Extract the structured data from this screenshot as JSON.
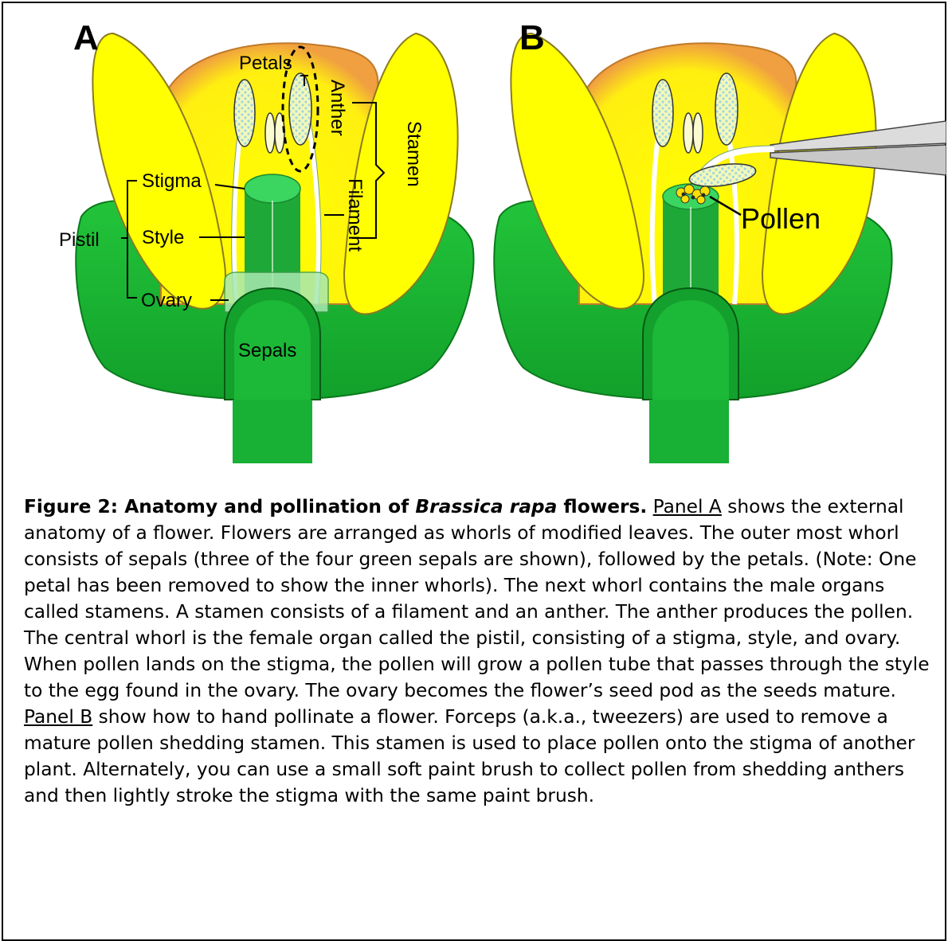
{
  "figure": {
    "panel_a_letter": "A",
    "panel_b_letter": "B",
    "labels_a": {
      "petals": "Petals",
      "anther": "Anther",
      "stamen": "Stamen",
      "filament": "Filament",
      "stigma": "Stigma",
      "style": "Style",
      "pistil": "Pistil",
      "ovary": "Ovary",
      "sepals": "Sepals"
    },
    "labels_b": {
      "pollen": "Pollen"
    }
  },
  "caption": {
    "title_prefix": "Figure 2: Anatomy and pollination of ",
    "title_species": "Brassica rapa",
    "title_suffix": " flowers.",
    "panel_a_link": "Panel A",
    "text_1": " shows the external anatomy of a flower. Flowers are arranged as whorls of modified leaves. The outer most whorl consists of sepals (three of the four green sepals are shown), followed by the petals. (Note: One petal has been removed to show the inner whorls). The next whorl contains the male organs called stamens.  A stamen consists of a filament and an anther. The anther produces the pollen. The central whorl is the female organ called the pistil, consisting of a stigma, style, and ovary.  When pollen lands on the stigma, the pollen will grow a pollen tube that passes through the style to the egg found in the ovary.  The ovary becomes the flower’s seed pod as the seeds mature.  ",
    "panel_b_link": "Panel B",
    "text_2": " show how to hand pollinate a flower.  Forceps (a.k.a., tweezers) are used to remove a mature pollen shedding stamen. This stamen is used to place pollen onto the stigma of another plant.  Alternately, you can use a small soft paint brush to collect pollen from shedding anthers and then lightly stroke the stigma with the same paint brush."
  },
  "colors": {
    "petal_yellow": "#ffff00",
    "petal_orange": "#f2a93b",
    "sepal_green": "#19b830",
    "sepal_dark": "#0c8f22",
    "pistil_green": "#3bd15a",
    "anther_fill": "#eef6b0",
    "pollen_yellow": "#ffe000"
  }
}
